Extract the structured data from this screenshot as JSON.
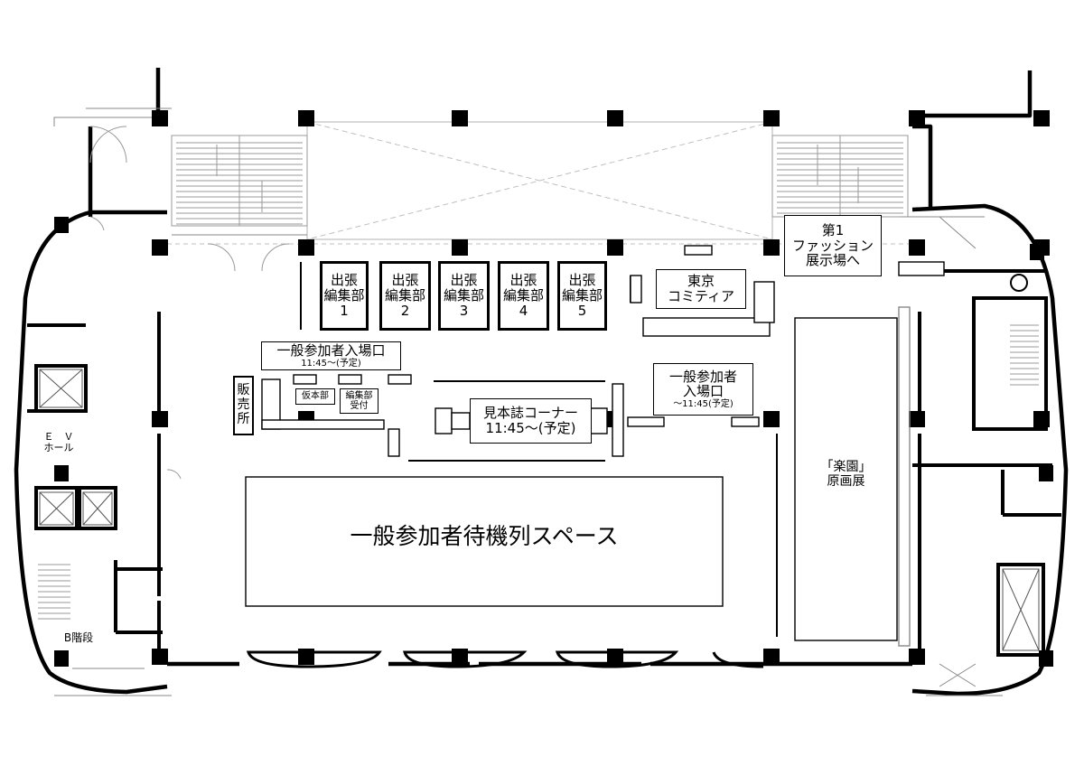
{
  "labels": {
    "shutcho_1": "出張\n編集部\n1",
    "shutcho_2": "出張\n編集部\n2",
    "shutcho_3": "出張\n編集部\n3",
    "shutcho_4": "出張\n編集部\n4",
    "shutcho_5": "出張\n編集部\n5",
    "tokyo_comitia": "東京\nコミティア",
    "fashion_hall": "第1\nファッション\n展示場へ",
    "entrance_left_title": "一般参加者入場口",
    "entrance_left_time": "11:45～(予定)",
    "entrance_right_title": "一般参加者\n入場口",
    "entrance_right_time": "～11:45(予定)",
    "hanbaijo": "販\n売\n所",
    "karihonbu": "仮本部",
    "henshubu_uketsuke": "編集部\n受付",
    "mihonshi_title": "見本誌コーナー",
    "mihonshi_time": "11:45～(予定)",
    "waiting_space": "一般参加者待機列スペース",
    "rakuen": "「楽園」\n原画展",
    "ev_hall": "Ｅ　Ｖ\nホール",
    "b_stairs": "B階段"
  }
}
